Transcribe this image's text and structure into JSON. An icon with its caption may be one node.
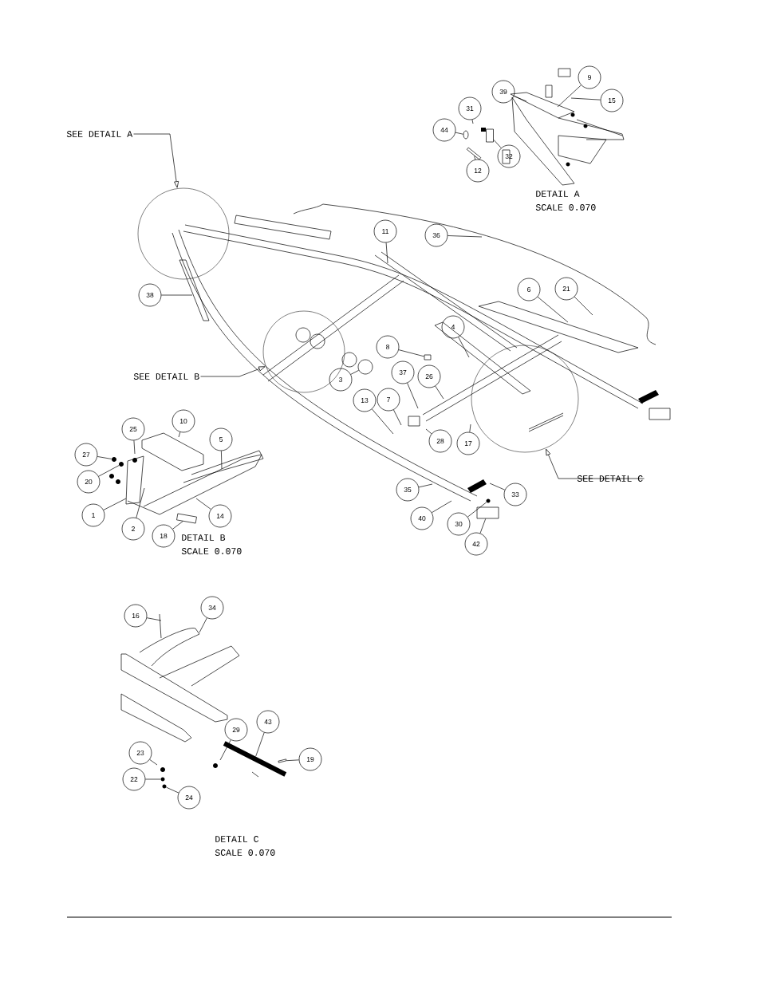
{
  "diagram": {
    "nodes": [
      {
        "text": [
          "9"
        ]
      },
      {
        "text": [
          "39"
        ]
      },
      {
        "text": [
          "15"
        ]
      },
      {
        "text": [
          "31"
        ]
      },
      {
        "text": [
          "44"
        ]
      },
      {
        "text": [
          "SEE DETAIL A"
        ]
      },
      {
        "text": [
          "32"
        ]
      },
      {
        "text": [
          "12"
        ]
      },
      {
        "text": [],
        "shape": "circle"
      },
      {
        "text": [
          "11"
        ]
      },
      {
        "text": [
          "36"
        ]
      },
      {
        "text": [
          "6"
        ]
      },
      {
        "text": [
          "21"
        ]
      },
      {
        "text": [
          "38"
        ]
      },
      {
        "text": [
          "4"
        ]
      },
      {
        "text": [
          "8"
        ]
      },
      {
        "text": [],
        "shape": "circle"
      },
      {
        "text": [
          "3"
        ]
      },
      {
        "text": [
          "SEE DETAIL B"
        ]
      },
      {
        "text": [
          "37"
        ]
      },
      {
        "text": [
          "26"
        ]
      },
      {
        "text": [],
        "shape": "circle"
      },
      {
        "text": [
          "13"
        ]
      },
      {
        "text": [
          "7"
        ]
      },
      {
        "text": [
          "10"
        ]
      },
      {
        "text": [
          "5"
        ]
      },
      {
        "text": [
          "25"
        ]
      },
      {
        "text": [
          "28"
        ]
      },
      {
        "text": [
          "17"
        ]
      },
      {
        "text": [
          "27"
        ]
      },
      {
        "text": [
          "20"
        ]
      },
      {
        "text": [
          "35"
        ]
      },
      {
        "text": [
          "33"
        ]
      },
      {
        "text": [
          "SEE DETAIL C"
        ]
      },
      {
        "text": [
          "1"
        ]
      },
      {
        "text": [
          "40"
        ]
      },
      {
        "text": [
          "14"
        ]
      },
      {
        "text": [
          "30"
        ]
      },
      {
        "text": [
          "2"
        ]
      },
      {
        "text": [
          "18"
        ]
      },
      {
        "text": [
          "42"
        ]
      },
      {
        "text": [
          "16"
        ]
      },
      {
        "text": [
          "34"
        ]
      },
      {
        "text": [
          "43"
        ]
      },
      {
        "text": [
          "29"
        ]
      },
      {
        "text": [
          "19"
        ]
      },
      {
        "text": [
          "23"
        ]
      },
      {
        "text": [
          "22"
        ]
      },
      {
        "text": [
          "24"
        ]
      },
      {
        "text": [],
        "shape": "picture"
      },
      {
        "text": [],
        "shape": "box"
      },
      {
        "text": [],
        "shape": "picture"
      },
      {
        "text": [],
        "shape": "circle"
      },
      {
        "text": [],
        "shape": "picture"
      },
      {
        "text": [],
        "shape": "box"
      },
      {
        "text": [],
        "shape": "box"
      },
      {
        "text": [],
        "shape": "picture"
      },
      {
        "text": [],
        "shape": "box"
      },
      {
        "text": [],
        "shape": "picture"
      },
      {
        "text": [],
        "shape": "picture"
      },
      {
        "text": [],
        "shape": "picture"
      },
      {
        "text": [],
        "shape": "picture"
      },
      {
        "text": [],
        "shape": "box"
      }
    ],
    "edges": [
      {
        "from": 0,
        "to": null,
        "arrow": "none"
      },
      {
        "from": 1,
        "to": null,
        "arrow": "none"
      },
      {
        "from": 2,
        "to": null,
        "arrow": "none"
      },
      {
        "from": 3,
        "to": null,
        "arrow": "none"
      },
      {
        "from": 4,
        "to": 49,
        "arrow": "none"
      },
      {
        "from": 5,
        "to": 8,
        "arrow": "to"
      },
      {
        "from": 6,
        "to": 50,
        "arrow": "none"
      },
      {
        "from": 7,
        "to": 51,
        "arrow": "none"
      },
      {
        "from": 9,
        "to": null,
        "arrow": "none"
      },
      {
        "from": 10,
        "to": null,
        "arrow": "none"
      },
      {
        "from": 11,
        "to": null,
        "arrow": "none"
      },
      {
        "from": 12,
        "to": null,
        "arrow": "none"
      },
      {
        "from": 13,
        "to": null,
        "arrow": "none"
      },
      {
        "from": 14,
        "to": null,
        "arrow": "none"
      },
      {
        "from": 15,
        "to": 62,
        "arrow": "none"
      },
      {
        "from": 17,
        "to": 52,
        "arrow": "none"
      },
      {
        "from": 18,
        "to": 16,
        "arrow": "to"
      },
      {
        "from": 19,
        "to": null,
        "arrow": "none"
      },
      {
        "from": 20,
        "to": null,
        "arrow": "none"
      },
      {
        "from": 22,
        "to": null,
        "arrow": "none"
      },
      {
        "from": 23,
        "to": null,
        "arrow": "none"
      },
      {
        "from": 24,
        "to": null,
        "arrow": "none"
      },
      {
        "from": 25,
        "to": null,
        "arrow": "none"
      },
      {
        "from": 26,
        "to": null,
        "arrow": "none"
      },
      {
        "from": 27,
        "to": null,
        "arrow": "none"
      },
      {
        "from": 28,
        "to": null,
        "arrow": "none"
      },
      {
        "from": 29,
        "to": 53,
        "arrow": "none"
      },
      {
        "from": 30,
        "to": 59,
        "arrow": "none"
      },
      {
        "from": 31,
        "to": null,
        "arrow": "none"
      },
      {
        "from": 32,
        "to": null,
        "arrow": "none"
      },
      {
        "from": 33,
        "to": 21,
        "arrow": "to"
      },
      {
        "from": 34,
        "to": null,
        "arrow": "none"
      },
      {
        "from": 35,
        "to": null,
        "arrow": "none"
      },
      {
        "from": 36,
        "to": null,
        "arrow": "none"
      },
      {
        "from": 37,
        "to": 60,
        "arrow": "none"
      },
      {
        "from": 38,
        "to": null,
        "arrow": "none"
      },
      {
        "from": 39,
        "to": 55,
        "arrow": "none"
      },
      {
        "from": 40,
        "to": 54,
        "arrow": "none"
      },
      {
        "from": 41,
        "to": null,
        "arrow": "none"
      },
      {
        "from": 42,
        "to": null,
        "arrow": "none"
      },
      {
        "from": 43,
        "to": 56,
        "arrow": "none"
      },
      {
        "from": 44,
        "to": null,
        "arrow": "none"
      },
      {
        "from": 45,
        "to": 57,
        "arrow": "none"
      },
      {
        "from": 46,
        "to": null,
        "arrow": "none"
      },
      {
        "from": 47,
        "to": 61,
        "arrow": "none"
      },
      {
        "from": 48,
        "to": 58,
        "arrow": "none"
      }
    ],
    "labels": [
      "DETAIL A",
      "SCALE 0.070",
      "DETAIL B",
      "SCALE 0.070",
      "DETAIL C",
      "SCALE 0.070"
    ]
  }
}
